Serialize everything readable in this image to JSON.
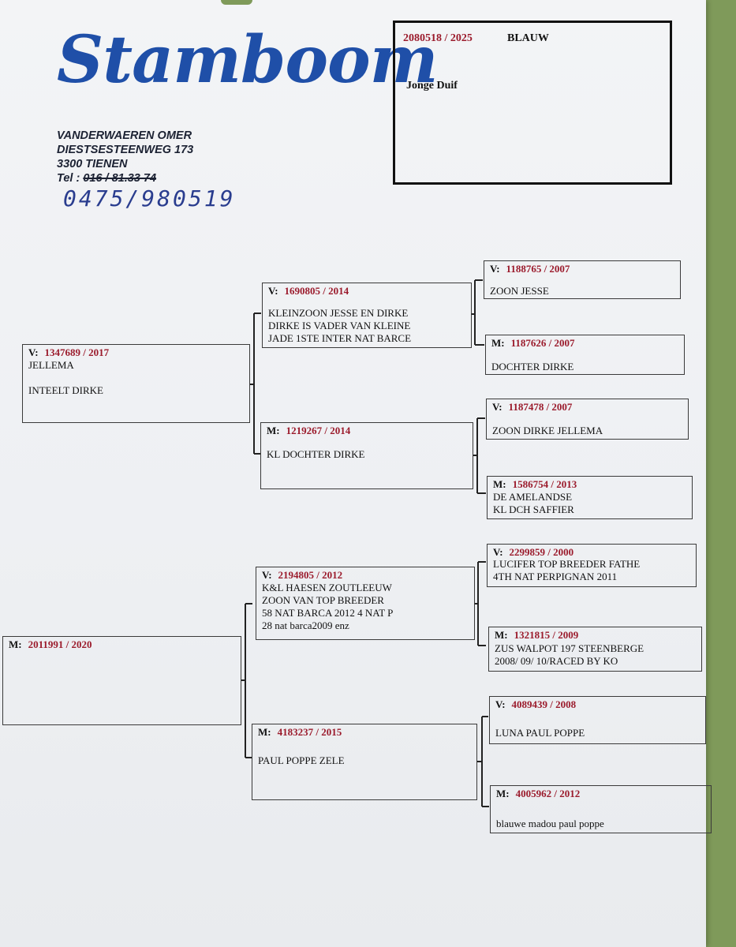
{
  "header": {
    "logo": "Stamboom",
    "owner_name": "VANDERWAEREN OMER",
    "owner_street": "DIESTSESTEENWEG 173",
    "owner_city": "3300 TIENEN",
    "tel_label": "Tel :",
    "tel_old": "016 / 81.33 74",
    "tel_handwritten": "0475/980519"
  },
  "subject": {
    "ring": "2080518 / 2025",
    "color": "BLAUW",
    "name": "Jonge Duif"
  },
  "pedigree": {
    "father": {
      "sex": "V:",
      "ring": "1347689 / 2017",
      "lines": [
        "JELLEMA",
        "",
        "INTEELT DIRKE"
      ]
    },
    "mother": {
      "sex": "M:",
      "ring": "2011991 / 2020",
      "lines": []
    },
    "ff": {
      "sex": "V:",
      "ring": "1690805 / 2014",
      "lines": [
        "",
        "KLEINZOON JESSE EN DIRKE",
        "DIRKE IS VADER VAN KLEINE",
        "JADE 1STE INTER NAT BARCE"
      ]
    },
    "fm": {
      "sex": "M:",
      "ring": "1219267 / 2014",
      "lines": [
        "",
        "KL DOCHTER DIRKE"
      ]
    },
    "mf": {
      "sex": "V:",
      "ring": "2194805 / 2012",
      "lines": [
        "K&L HAESEN ZOUTLEEUW",
        "ZOON VAN TOP BREEDER",
        "58 NAT BARCA 2012 4 NAT P",
        "28 nat barca2009 enz"
      ]
    },
    "mm": {
      "sex": "M:",
      "ring": "4183237 / 2015",
      "lines": [
        "",
        "PAUL POPPE  ZELE"
      ]
    },
    "fff": {
      "sex": "V:",
      "ring": "1188765 / 2007",
      "lines": [
        "",
        "ZOON JESSE"
      ]
    },
    "ffm": {
      "sex": "M:",
      "ring": "1187626 / 2007",
      "lines": [
        "",
        "DOCHTER DIRKE"
      ]
    },
    "fmf": {
      "sex": "V:",
      "ring": "1187478 / 2007",
      "lines": [
        "",
        "ZOON DIRKE JELLEMA"
      ]
    },
    "fmm": {
      "sex": "M:",
      "ring": "1586754 / 2013",
      "lines": [
        "DE AMELANDSE",
        "KL DCH SAFFIER"
      ]
    },
    "mff": {
      "sex": "V:",
      "ring": "2299859 / 2000",
      "lines": [
        "LUCIFER TOP BREEDER FATHE",
        "4TH NAT PERPIGNAN 2011"
      ]
    },
    "mfm": {
      "sex": "M:",
      "ring": "1321815 / 2009",
      "lines": [
        "ZUS WALPOT 197 STEENBERGE",
        "2008/ 09/ 10/RACED BY KO"
      ]
    },
    "mmf": {
      "sex": "V:",
      "ring": "4089439 / 2008",
      "lines": [
        "",
        "LUNA  PAUL POPPE"
      ]
    },
    "mmm": {
      "sex": "M:",
      "ring": "4005962 / 2012",
      "lines": [
        "",
        "blauwe madou  paul poppe"
      ]
    }
  }
}
